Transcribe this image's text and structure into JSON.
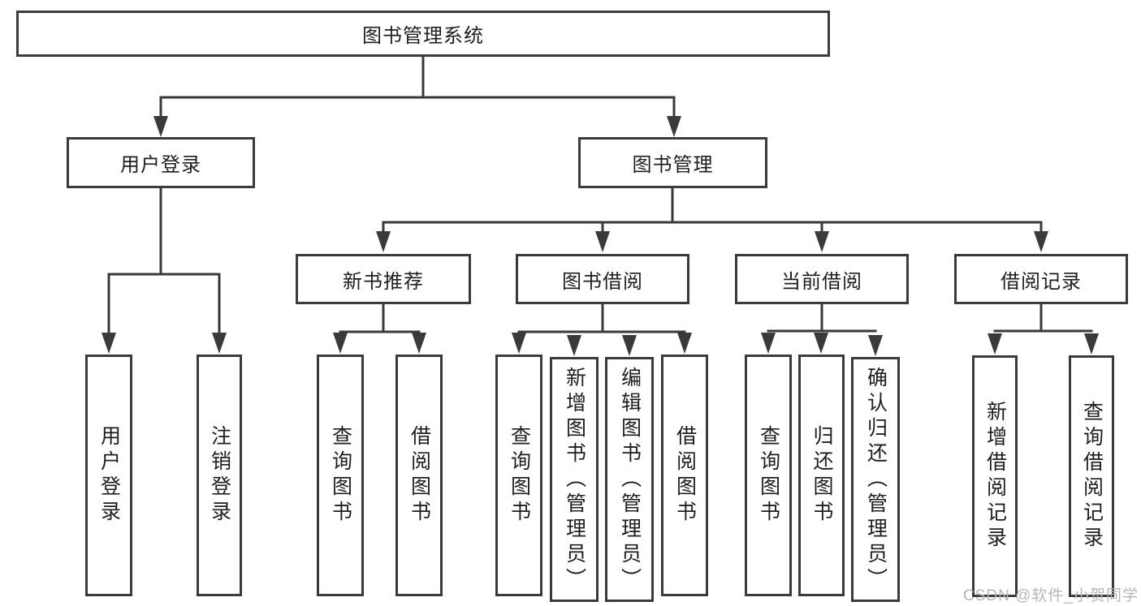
{
  "tree": {
    "root": "图书管理系统",
    "login": {
      "label": "用户登录",
      "children": [
        "用户登录",
        "注销登录"
      ]
    },
    "manage": {
      "label": "图书管理",
      "sections": [
        {
          "label": "新书推荐",
          "children": [
            "查询图书",
            "借阅图书"
          ]
        },
        {
          "label": "图书借阅",
          "children": [
            "查询图书",
            "新增图书（管理员）",
            "编辑图书（管理员）",
            "借阅图书"
          ]
        },
        {
          "label": "当前借阅",
          "children": [
            "查询图书",
            "归还图书",
            "确认归还（管理员）"
          ]
        },
        {
          "label": "借阅记录",
          "children": [
            "新增借阅记录",
            "查询借阅记录"
          ]
        }
      ]
    }
  },
  "watermark": "CSDN @软件_小贺同学",
  "colors": {
    "line": "#3a3a3a",
    "text": "#1e1e1e",
    "watermark": "#b5b5b5",
    "background": "#ffffff"
  }
}
